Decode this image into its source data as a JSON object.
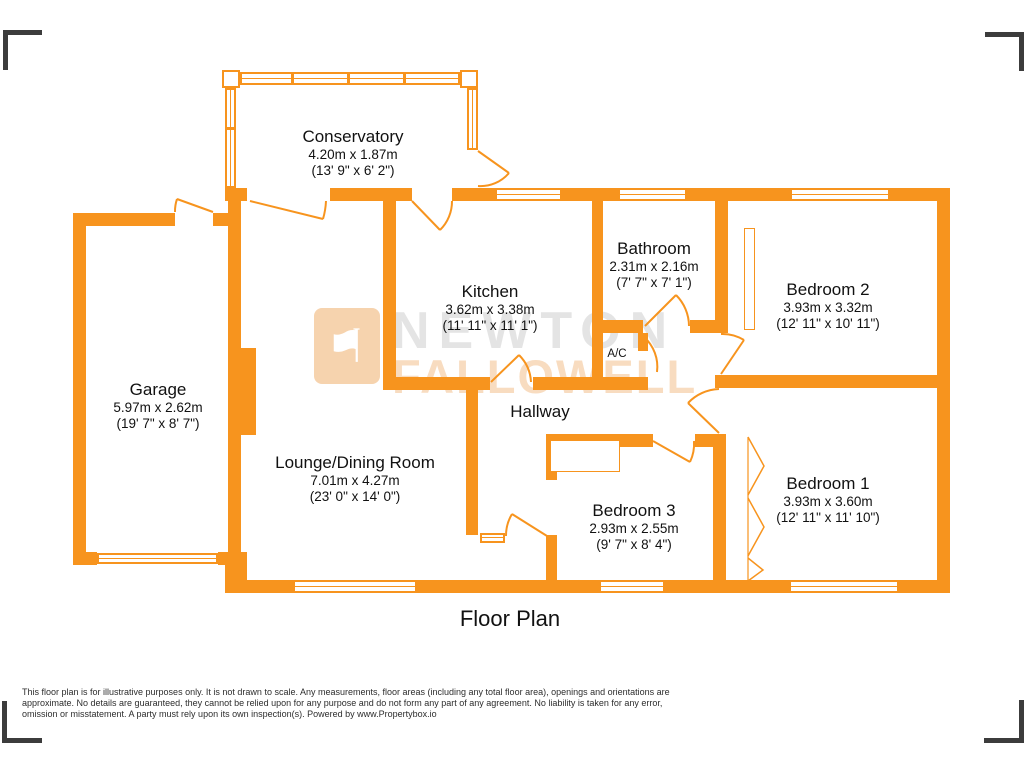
{
  "title": "Floor Plan",
  "rooms": [
    {
      "name": "Conservatory",
      "metric": "4.20m x 1.87m",
      "imperial": "(13' 9\" x 6' 2\")"
    },
    {
      "name": "Kitchen",
      "metric": "3.62m x 3.38m",
      "imperial": "(11' 11\" x 11' 1\")"
    },
    {
      "name": "Bathroom",
      "metric": "2.31m x 2.16m",
      "imperial": "(7' 7\" x 7' 1\")"
    },
    {
      "name": "Bedroom 2",
      "metric": "3.93m x 3.32m",
      "imperial": "(12' 11\" x 10' 11\")"
    },
    {
      "name": "Garage",
      "metric": "5.97m x 2.62m",
      "imperial": "(19' 7\" x 8' 7\")"
    },
    {
      "name": "Lounge/Dining Room",
      "metric": "7.01m x 4.27m",
      "imperial": "(23' 0\" x 14' 0\")"
    },
    {
      "name": "Bedroom 3",
      "metric": "2.93m x 2.55m",
      "imperial": "(9' 7\" x 8' 4\")"
    },
    {
      "name": "Bedroom 1",
      "metric": "3.93m x 3.60m",
      "imperial": "(12' 11\" x 11' 10\")"
    }
  ],
  "areas": {
    "hallway": "Hallway",
    "ac": "A/C"
  },
  "watermark": {
    "line1": "NEWTON",
    "line2": "FALLOWELL",
    "icon": "flag-icon"
  },
  "disclaimer": {
    "line1": "This floor plan is for illustrative purposes only. It is not drawn to scale. Any measurements, floor areas (including any total floor area), openings and orientations are",
    "line2": "approximate. No details are guaranteed, they cannot be relied upon for any purpose and do not form any part of any agreement. No liability is taken for any error,",
    "line3": "omission or misstatement. A party must rely upon its own inspection(s). Powered by www.Propertybox.io"
  },
  "colors": {
    "wall": "#F7941E",
    "watermark_gray": "#E4E4E4",
    "watermark_orange": "#F8DCC0",
    "corner_mark": "#3C3C3C",
    "text": "#111111"
  }
}
